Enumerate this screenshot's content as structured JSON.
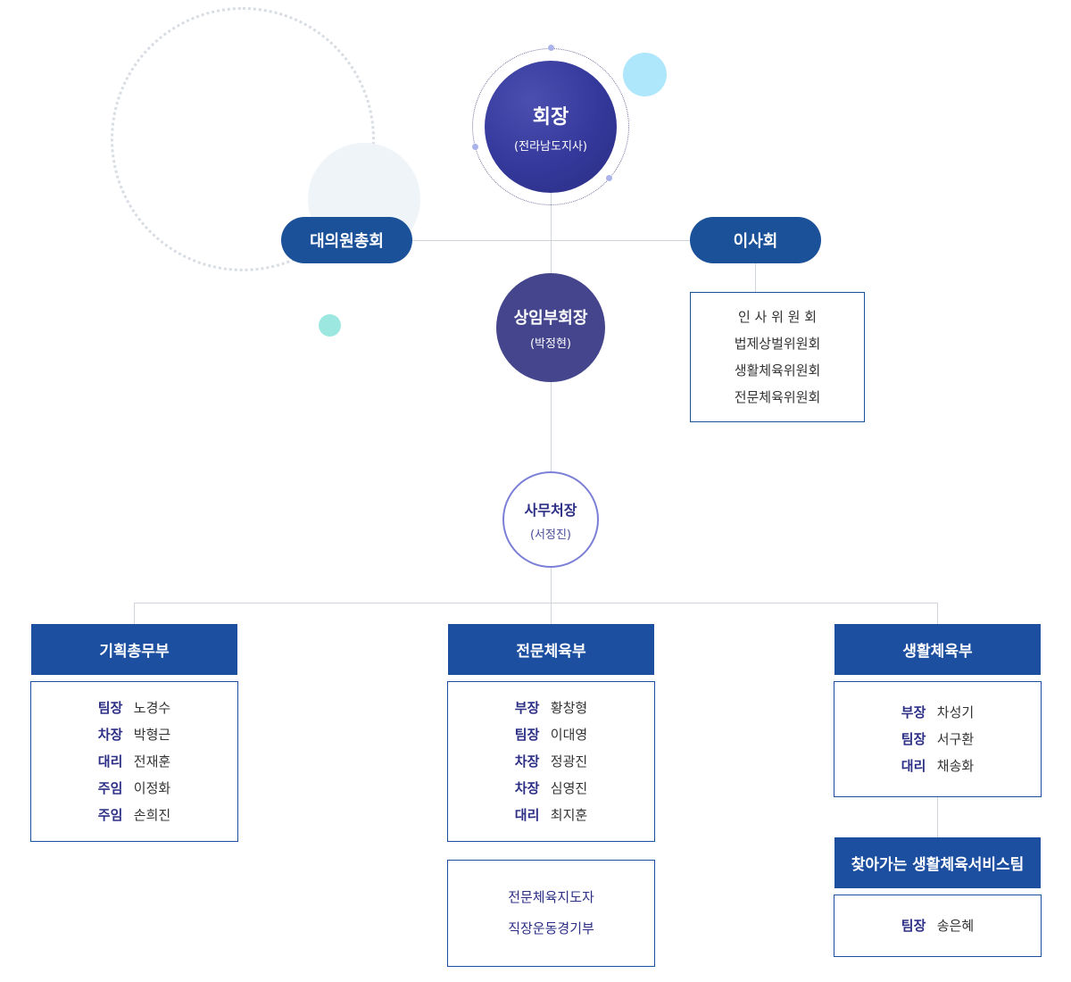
{
  "chairman": {
    "title": "회장",
    "subtitle": "(전라남도지사)"
  },
  "general_assembly": {
    "label": "대의원총회"
  },
  "board": {
    "label": "이사회",
    "committees": [
      "인 사 위 원 회",
      "법제상벌위원회",
      "생활체육위원회",
      "전문체육위원회"
    ]
  },
  "vice_chairman": {
    "title": "상임부회장",
    "subtitle": "(박정현)"
  },
  "secretary_general": {
    "title": "사무처장",
    "subtitle": "(서정진)"
  },
  "departments": [
    {
      "name": "기획총무부",
      "staff": [
        {
          "role": "팀장",
          "name": "노경수"
        },
        {
          "role": "차장",
          "name": "박형근"
        },
        {
          "role": "대리",
          "name": "전재훈"
        },
        {
          "role": "주임",
          "name": "이정화"
        },
        {
          "role": "주임",
          "name": "손희진"
        }
      ]
    },
    {
      "name": "전문체육부",
      "staff": [
        {
          "role": "부장",
          "name": "황창형"
        },
        {
          "role": "팀장",
          "name": "이대영"
        },
        {
          "role": "차장",
          "name": "정광진"
        },
        {
          "role": "차장",
          "name": "심영진"
        },
        {
          "role": "대리",
          "name": "최지훈"
        }
      ],
      "extra": [
        "전문체육지도자",
        "직장운동경기부"
      ]
    },
    {
      "name": "생활체육부",
      "staff": [
        {
          "role": "부장",
          "name": "차성기"
        },
        {
          "role": "팀장",
          "name": "서구환"
        },
        {
          "role": "대리",
          "name": "채송화"
        }
      ],
      "sub_team": {
        "name": "찾아가는 생활체육서비스팀",
        "staff": [
          {
            "role": "팀장",
            "name": "송은혜"
          }
        ]
      }
    }
  ],
  "colors": {
    "navy": "#1b5199",
    "chairman": "#34389a",
    "vice": "#45458e",
    "accent": "#7b7fd6"
  }
}
